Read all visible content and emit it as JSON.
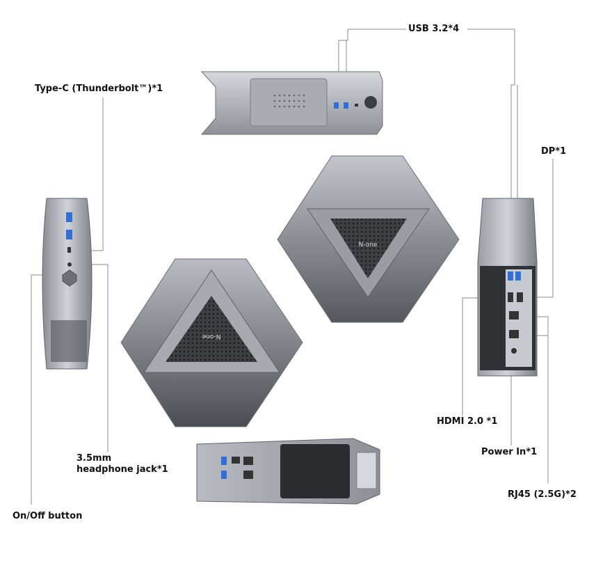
{
  "callouts": {
    "usb": "USB 3.2*4",
    "typec": "Type-C (Thunderbolt™)*1",
    "dp": "DP*1",
    "headphone_line1": "3.5mm",
    "headphone_line2": "headphone jack*1",
    "hdmi": "HDMI 2.0 *1",
    "power": "Power In*1",
    "onoff": "On/Off button",
    "rj45": "RJ45 (2.5G)*2"
  },
  "device_logo": "N-one",
  "colors": {
    "text": "#111111",
    "leader_line": "#8a8a8a",
    "chassis_light": "#c9ccd2",
    "chassis_dark": "#55585e",
    "port_blue": "#2f6fd6"
  }
}
